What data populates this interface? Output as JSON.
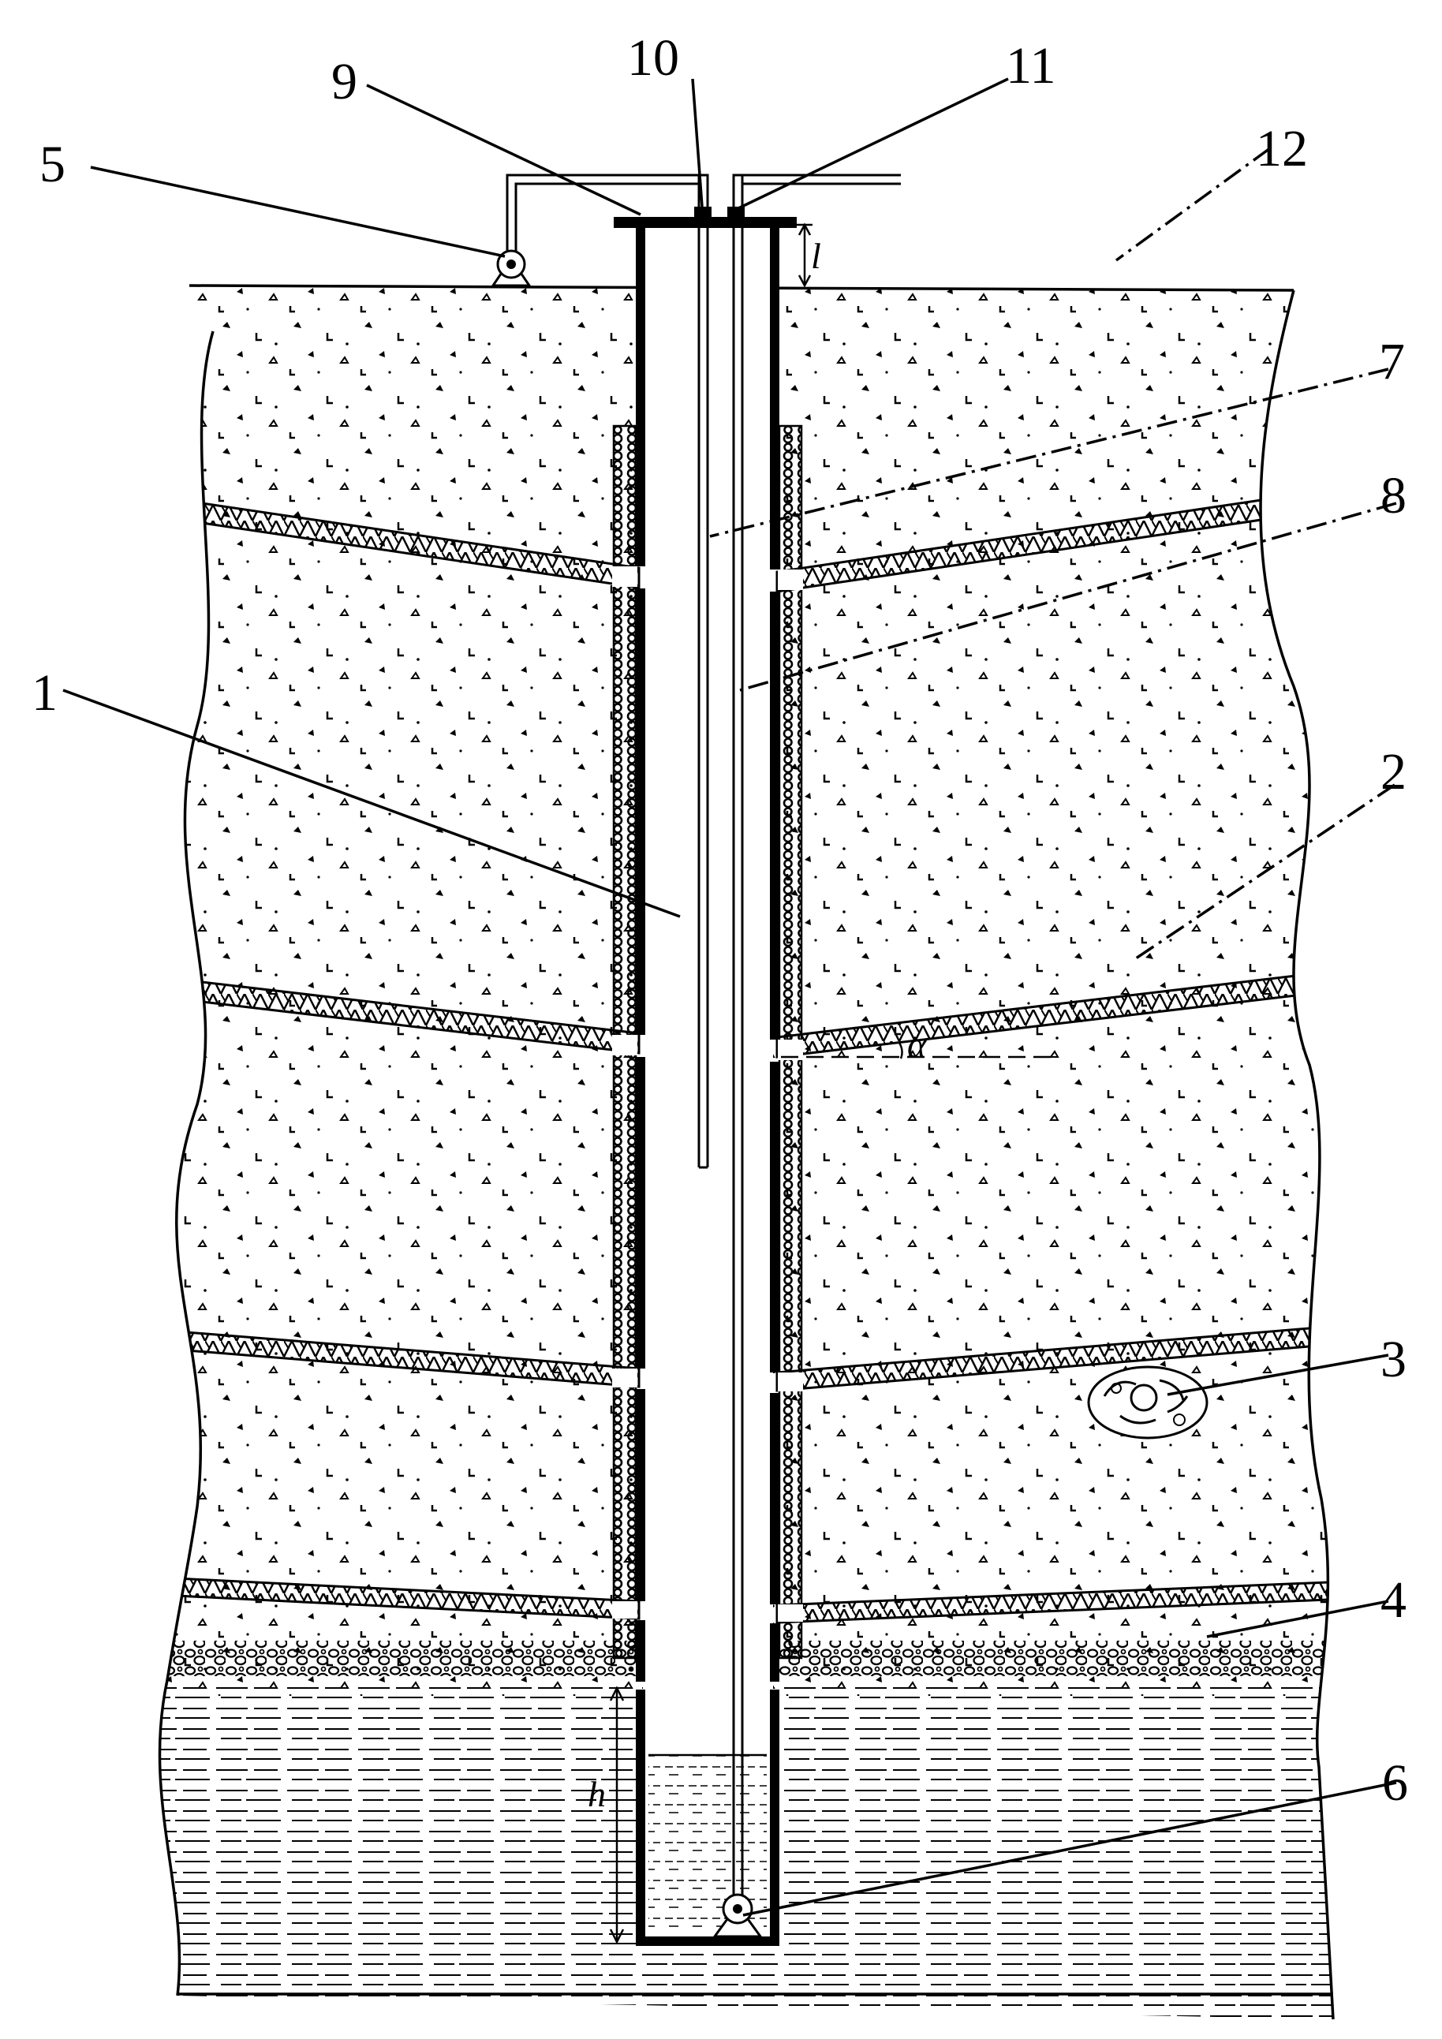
{
  "callouts": {
    "c1": "1",
    "c2": "2",
    "c3": "3",
    "c4": "4",
    "c5": "5",
    "c6": "6",
    "c7": "7",
    "c8": "8",
    "c9": "9",
    "c10": "10",
    "c11": "11",
    "c12": "12"
  },
  "dimensions": {
    "top_gap": "l",
    "water_depth": "h",
    "angle": "α"
  },
  "colors": {
    "line": "#000000",
    "background": "#ffffff"
  }
}
